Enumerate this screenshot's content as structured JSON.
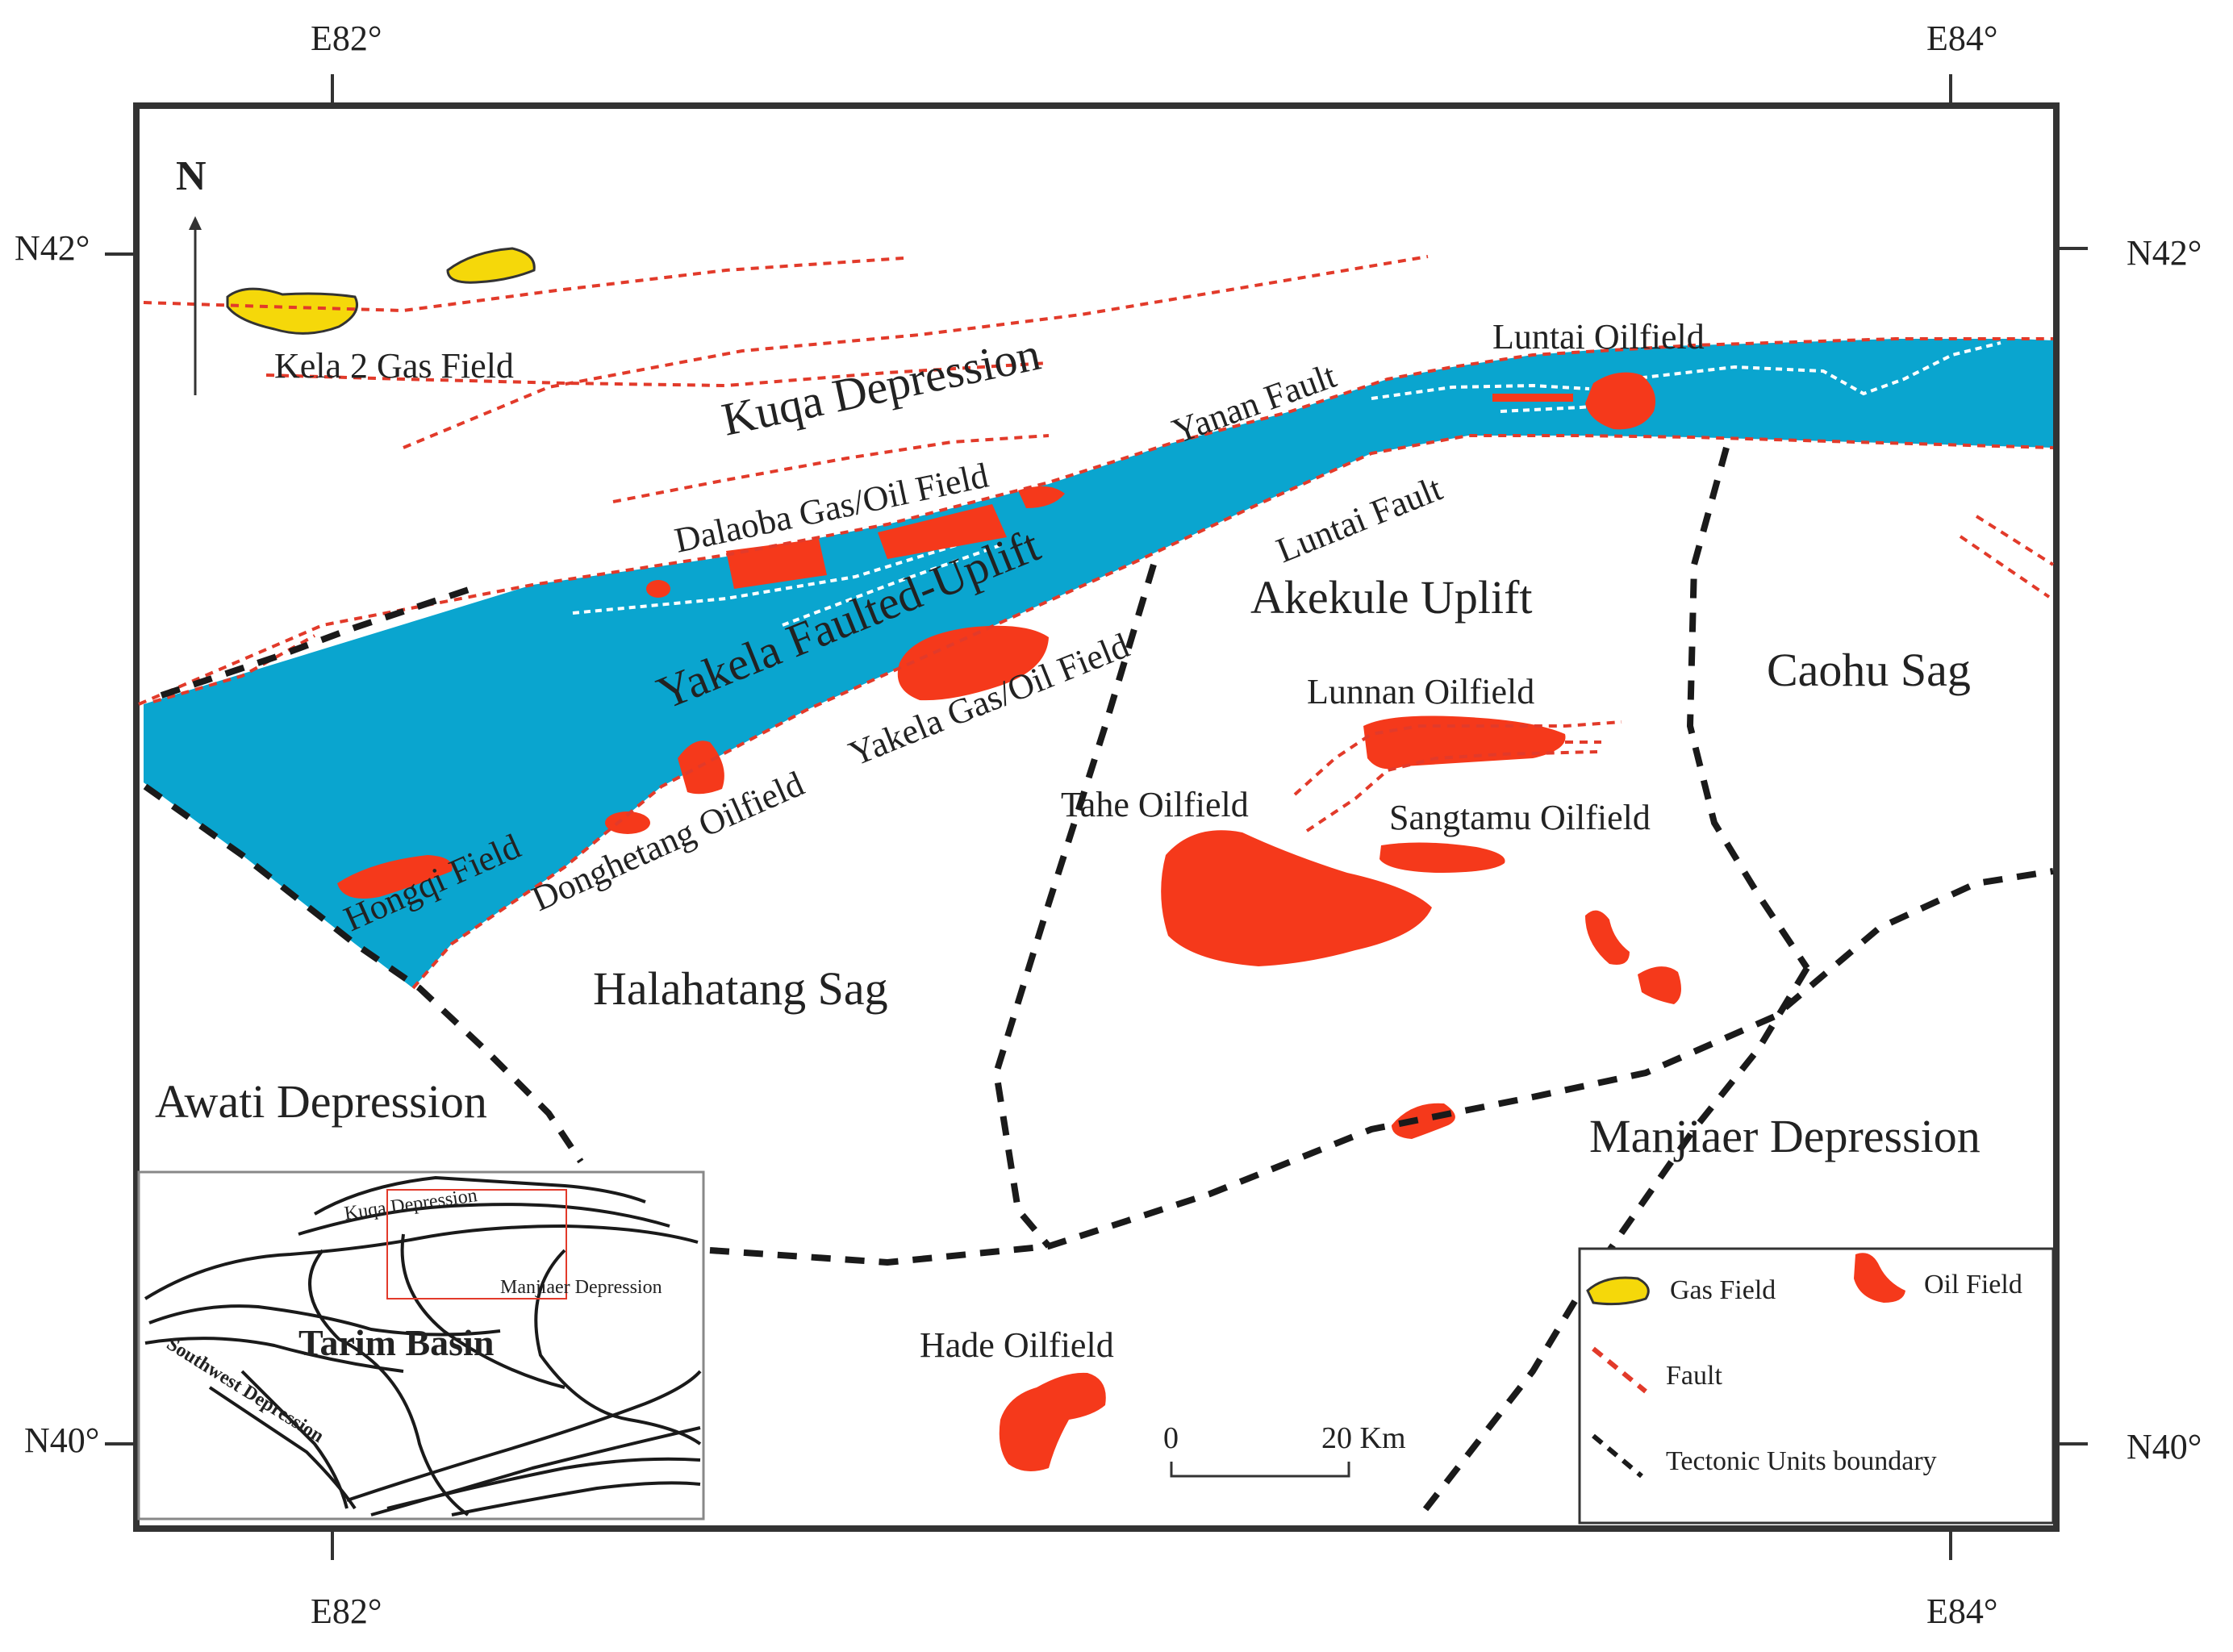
{
  "coordinates": {
    "lon_top_left": "E82°",
    "lon_top_right": "E84°",
    "lon_bottom_left": "E82°",
    "lon_bottom_right": "E84°",
    "lat_left_top": "N42°",
    "lat_left_bottom": "N40°",
    "lat_right_top": "N42°",
    "lat_right_bottom": "N40°"
  },
  "north_arrow": "N",
  "regions": {
    "kuqa": "Kuqa Depression",
    "akekule": "Akekule Uplift",
    "caohu": "Caohu Sag",
    "halahatang": "Halahatang Sag",
    "awati": "Awati Depression",
    "manjiaer": "Manjiaer Depression",
    "yakela_uplift": "Yakela Faulted-Uplift"
  },
  "faults": {
    "yanan": "Yanan Fault",
    "luntai": "Luntai Fault"
  },
  "fields": {
    "kela2": "Kela 2 Gas Field",
    "luntai": "Luntai Oilfield",
    "dalaoba": "Dalaoba Gas/Oil Field",
    "yakela": "Yakela Gas/Oil Field",
    "donghetang": "Donghetang Oilfield",
    "hongqi": "Hongqi Field",
    "lunnan": "Lunnan Oilfield",
    "tahe": "Tahe Oilfield",
    "sangtamu": "Sangtamu Oilfield",
    "hade": "Hade Oilfield"
  },
  "scale_bar": {
    "start": "0",
    "end": "20 Km"
  },
  "legend": {
    "gas_field": "Gas Field",
    "oil_field": "Oil Field",
    "fault": "Fault",
    "tectonic_boundary": "Tectonic Units boundary"
  },
  "inset": {
    "kuqa": "Kuqa Depression",
    "manjiaer": "Manjiaer Depression",
    "tarim": "Tarim Basin",
    "southwest": "Southwest Depression"
  },
  "colors": {
    "uplift_fill": "#0aa5cf",
    "oil": "#f5391b",
    "gas": "#f5d80a",
    "fault": "#e23a2a",
    "boundary": "#1a1a1a"
  }
}
